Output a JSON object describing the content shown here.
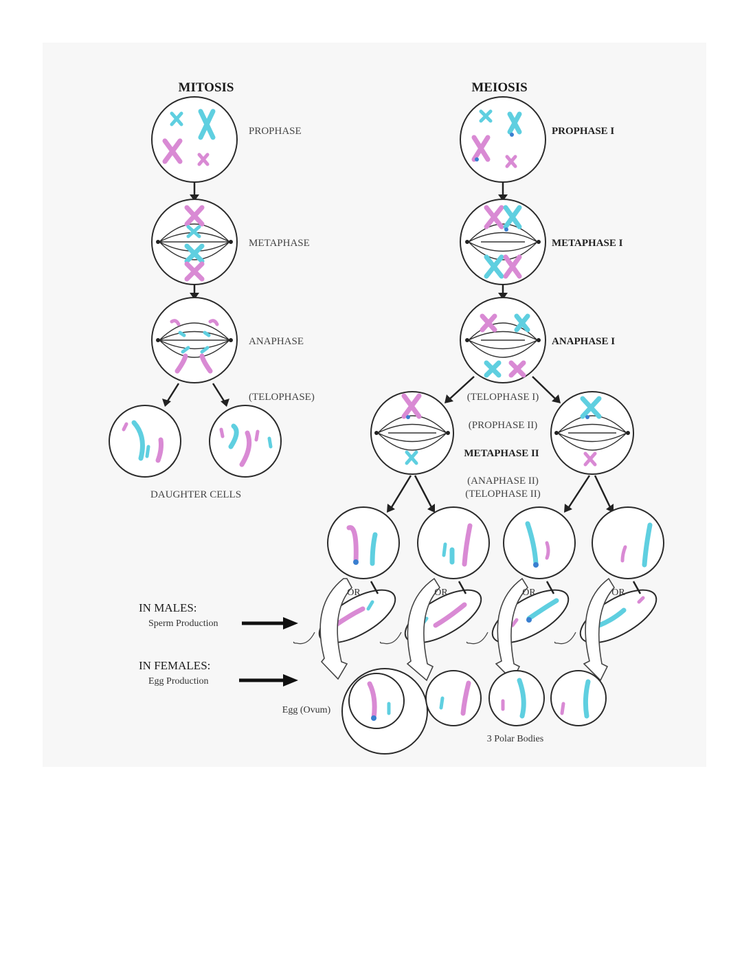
{
  "mitosis": {
    "title": "MITOSIS",
    "phases": [
      "PROPHASE",
      "METAPHASE",
      "ANAPHASE",
      "(TELOPHASE)"
    ],
    "result": "DAUGHTER CELLS"
  },
  "meiosis": {
    "title": "MEIOSIS",
    "phases": [
      "PROPHASE I",
      "METAPHASE I",
      "ANAPHASE I",
      "(TELOPHASE I)",
      "(PROPHASE II)",
      "METAPHASE II",
      "(ANAPHASE II)",
      "(TELOPHASE II)"
    ]
  },
  "gametes": {
    "or_label": "OR",
    "males_title": "IN MALES:",
    "males_sub": "Sperm Production",
    "females_title": "IN FEMALES:",
    "females_sub": "Egg Production",
    "egg_label": "Egg (Ovum)",
    "polar_label": "3 Polar Bodies"
  },
  "colors": {
    "paternal": "#d98ad4",
    "maternal": "#5fcfe0",
    "centromere": "#3a7fd0"
  }
}
